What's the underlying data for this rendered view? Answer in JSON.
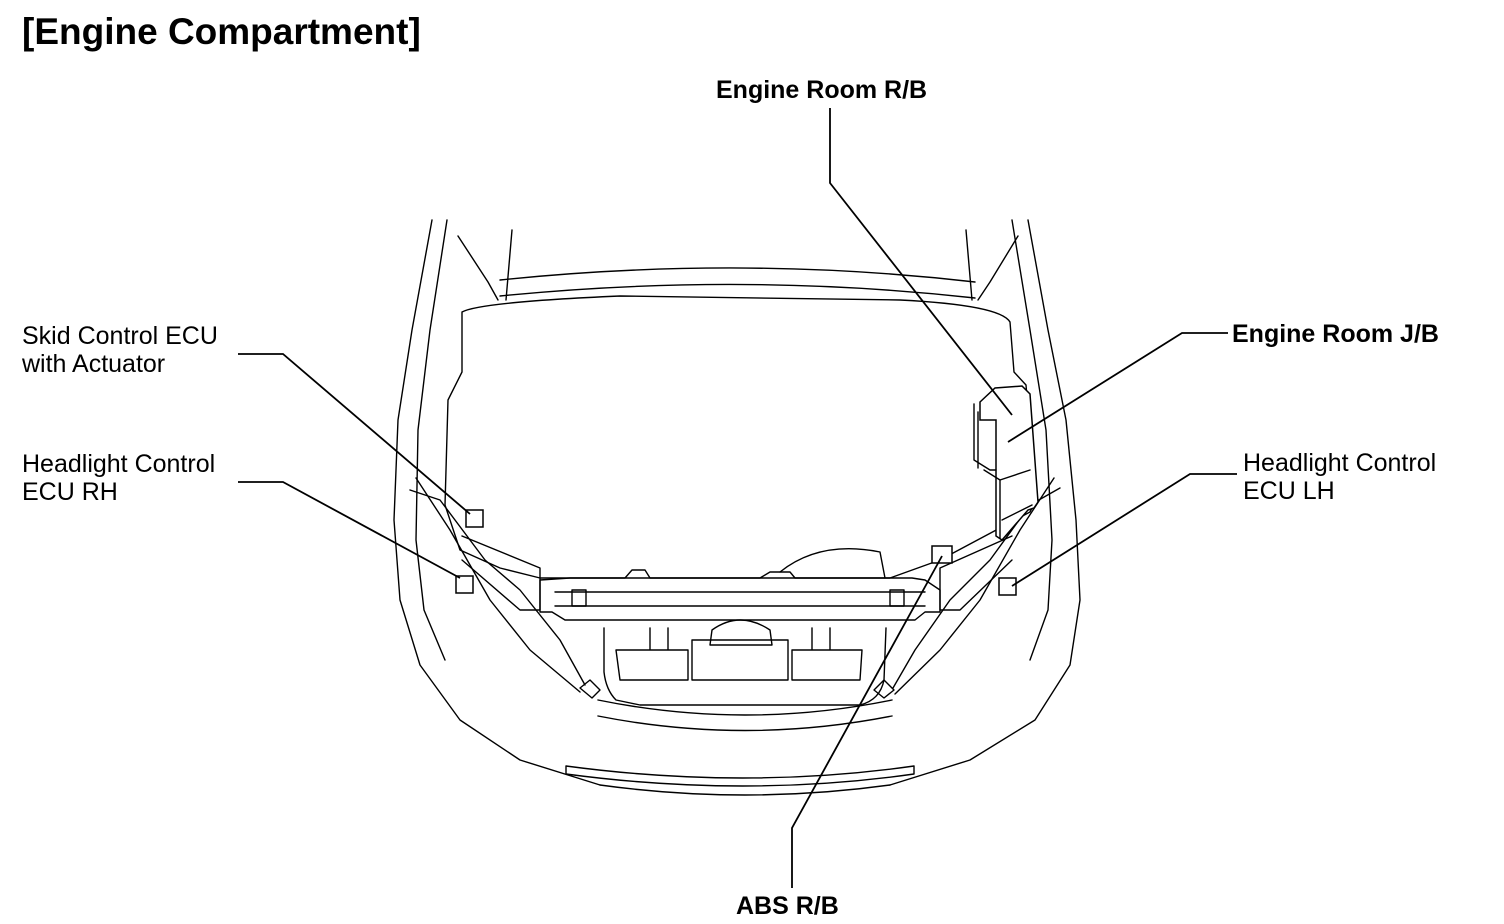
{
  "title": "[Engine Compartment]",
  "labels": {
    "engine_room_rb": "Engine Room R/B",
    "engine_room_jb": "Engine Room J/B",
    "skid_control_ecu": [
      "Skid Control ECU",
      "with Actuator"
    ],
    "headlight_control_rh": [
      "Headlight Control",
      "ECU RH"
    ],
    "headlight_control_lh": [
      "Headlight Control",
      "ECU LH"
    ],
    "abs_rb": "ABS R/B"
  },
  "colors": {
    "line": "#000000",
    "background": "#ffffff"
  }
}
